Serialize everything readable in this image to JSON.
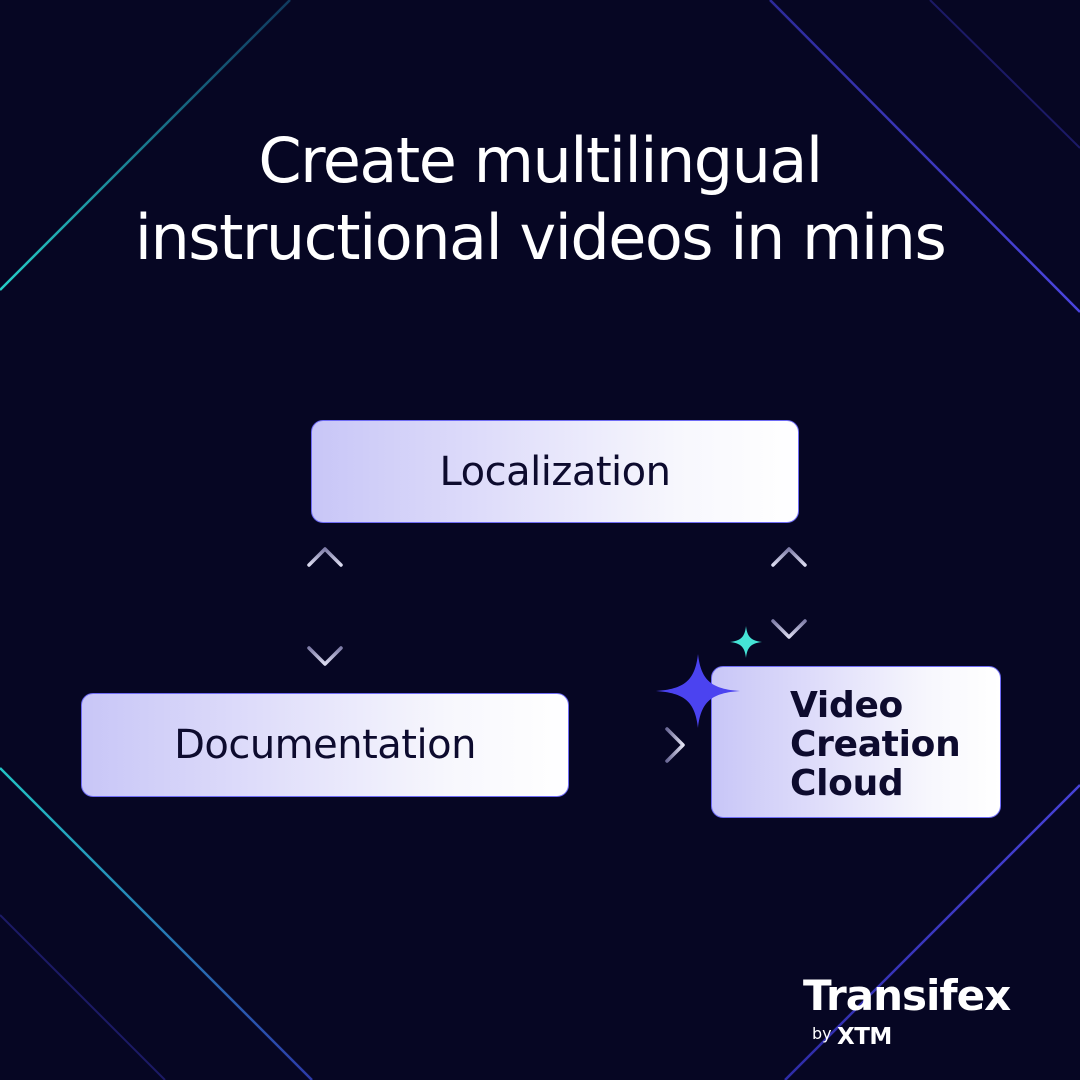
{
  "headline": {
    "line1": "Create multilingual",
    "line2": "instructional videos in mins"
  },
  "diagram": {
    "nodes": {
      "localization": "Localization",
      "documentation": "Documentation",
      "video_creation_cloud": [
        "Video",
        "Creation",
        "Cloud"
      ]
    },
    "edges": [
      {
        "from": "localization",
        "to": "documentation",
        "style": "bidirectional"
      },
      {
        "from": "localization",
        "to": "video_creation_cloud",
        "style": "bidirectional"
      },
      {
        "from": "documentation",
        "to": "video_creation_cloud",
        "style": "directed"
      }
    ]
  },
  "logo": {
    "name": "Transifex",
    "by": "by",
    "parent": "XTM"
  },
  "colors": {
    "background": "#060623",
    "text": "#ffffff",
    "node_text": "#0d0b2e",
    "node_border": "#6f6cf5",
    "accent_violet": "#4b43f0",
    "accent_teal": "#45e3d6",
    "line_teal": "#1bb7bd",
    "line_indigo": "#3c38c4"
  },
  "icons": [
    "sparkle-icon",
    "small-sparkle-icon",
    "double-arrow-icon",
    "right-arrow-icon"
  ]
}
